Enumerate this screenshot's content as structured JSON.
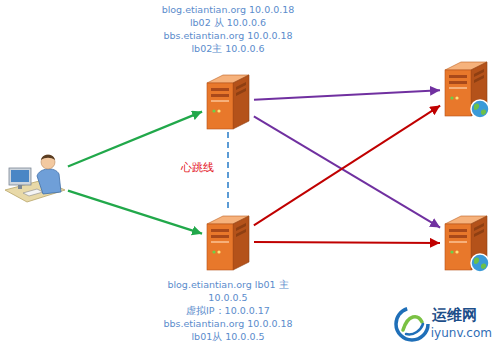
{
  "diagram": {
    "nodes": [
      {
        "text": [
          "blog.etiantian.org 10.0.0.18",
          "lb02 从 10.0.0.6",
          "bbs.etiantian.org 10.0.0.18",
          "lb02主 10.0.0.6"
        ]
      },
      {
        "text": []
      },
      {
        "text": []
      },
      {
        "text": [
          "blog.etiantian.org lb01 主",
          "10.0.0.5",
          "虚拟IP：10.0.0.17",
          "bbs.etiantian.org 10.0.0.18",
          "lb01从 10.0.0.5"
        ]
      },
      {
        "text": []
      }
    ],
    "edges": [
      {
        "from": 2,
        "to": 0,
        "arrow": "to"
      },
      {
        "from": 2,
        "to": 3,
        "arrow": "to"
      },
      {
        "from": 0,
        "to": 1,
        "arrow": "to"
      },
      {
        "from": 0,
        "to": 4,
        "arrow": "to"
      },
      {
        "from": 3,
        "to": 4,
        "arrow": "to"
      },
      {
        "from": 3,
        "to": 1,
        "arrow": "to"
      },
      {
        "from": 0,
        "to": 3,
        "label": "心跳线",
        "arrow": "none"
      }
    ],
    "labels": [
      "运维网",
      "iyunv.com"
    ]
  }
}
